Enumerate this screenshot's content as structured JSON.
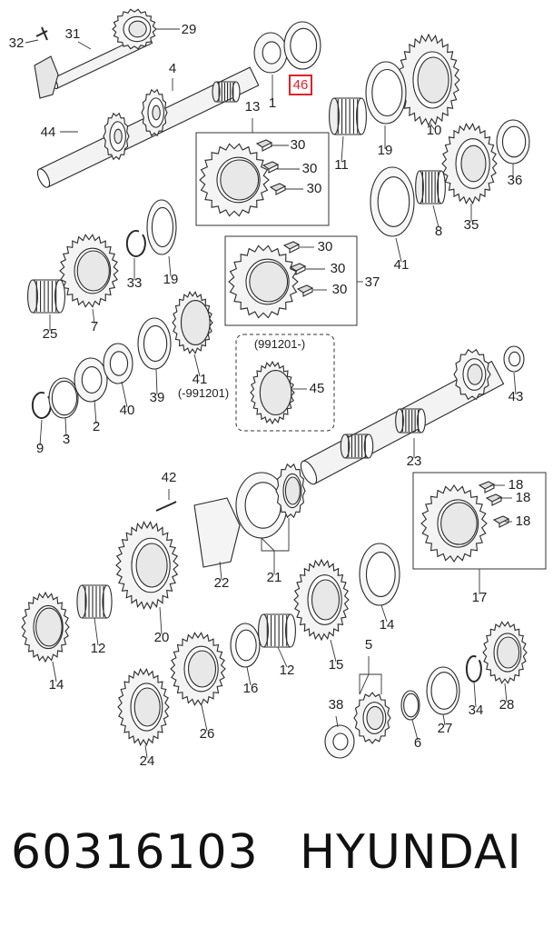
{
  "labels": [
    "32",
    "31",
    "29",
    "46",
    "4",
    "1",
    "10",
    "44",
    "19",
    "11",
    "13",
    "30",
    "30",
    "30",
    "36",
    "8",
    "35",
    "41",
    "33",
    "19",
    "37",
    "30",
    "30",
    "30",
    "25",
    "7",
    "41",
    "(-991201)",
    "(991201-)",
    "45",
    "43",
    "9",
    "3",
    "2",
    "40",
    "39",
    "23",
    "42",
    "18",
    "18",
    "18",
    "17",
    "22",
    "21",
    "20",
    "14",
    "12",
    "14",
    "12",
    "16",
    "15",
    "5",
    "26",
    "38",
    "6",
    "27",
    "34",
    "28",
    "24"
  ],
  "highlight": {
    "label": "46",
    "color": "#e0202a"
  },
  "caption": {
    "part_number": "60316103",
    "brand": "HYUNDAI"
  }
}
